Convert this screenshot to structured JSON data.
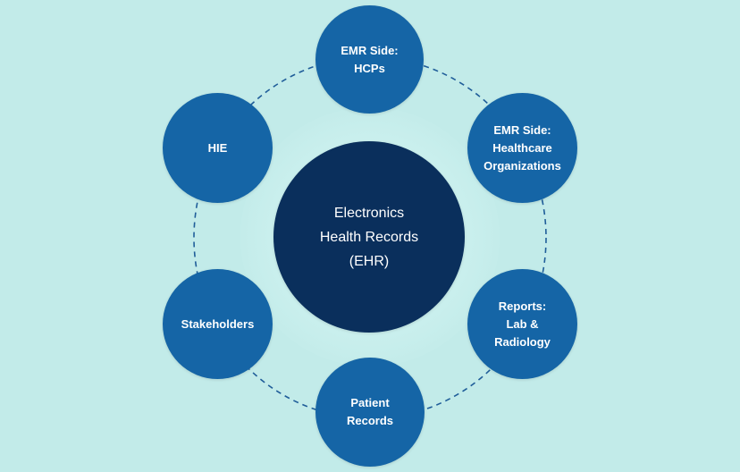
{
  "diagram": {
    "center": {
      "label": "Electronics\nHealth Records\n(EHR)"
    },
    "nodes": [
      {
        "label": "EMR Side:\nHCPs"
      },
      {
        "label": "EMR Side:\nHealthcare\nOrganizations"
      },
      {
        "label": "Reports:\nLab &\nRadiology"
      },
      {
        "label": "Patient\nRecords"
      },
      {
        "label": "Stakeholders"
      },
      {
        "label": "HIE"
      }
    ],
    "colors": {
      "background": "#c2ebe9",
      "node": "#1565a6",
      "center": "#0a2f5c",
      "ring": "#1f5d99",
      "text": "#ffffff"
    }
  }
}
